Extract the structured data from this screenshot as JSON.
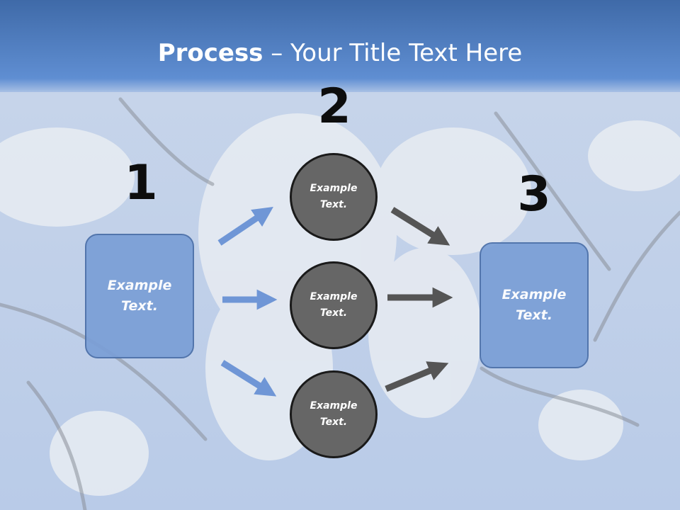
{
  "title": {
    "bold": "Process",
    "rest": " – Your Title Text Here"
  },
  "steps": [
    {
      "number": "1",
      "label": "Example\nText."
    },
    {
      "number": "2",
      "circles": [
        "Example\nText.",
        "Example\nText.",
        "Example\nText."
      ]
    },
    {
      "number": "3",
      "label": "Example\nText."
    }
  ],
  "colors": {
    "title_bar": "#4f7cbf",
    "box_fill": "#7b9fd6",
    "circle_fill": "#666666",
    "blue_arrow": "#6f96d6",
    "gray_arrow": "#555555"
  }
}
